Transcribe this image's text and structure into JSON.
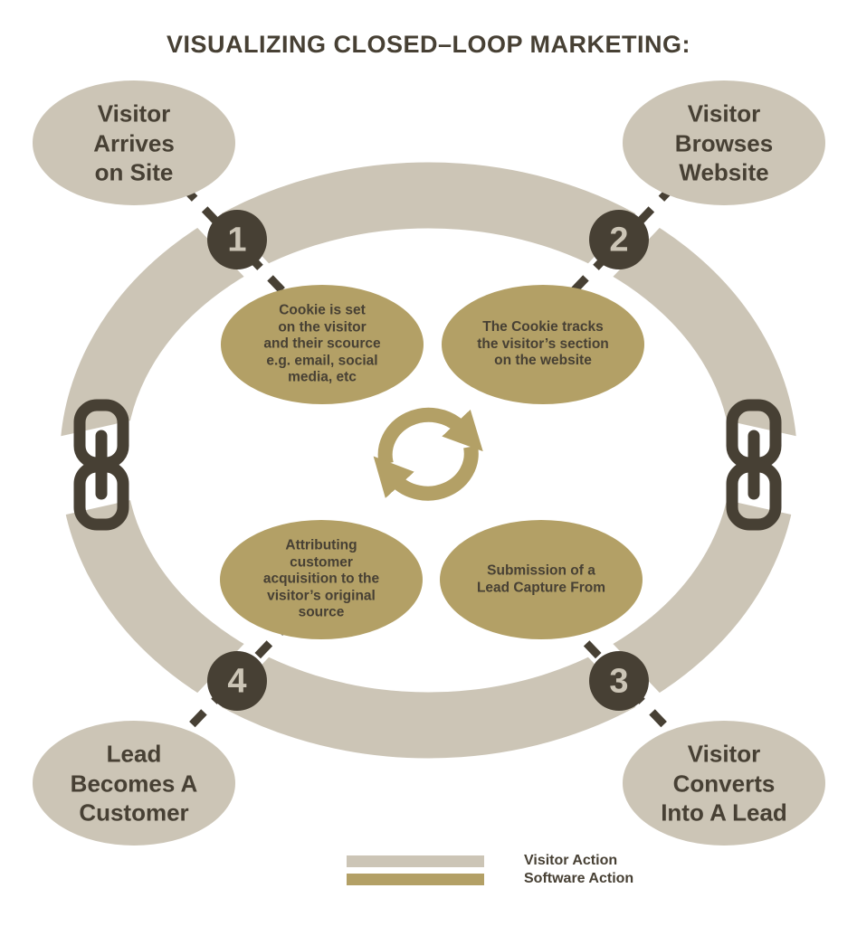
{
  "title": "VISUALIZING CLOSED–LOOP MARKETING:",
  "steps": [
    {
      "number": "1",
      "visitor_action": "Visitor\nArrives\non Site",
      "software_action": "Cookie is set\non the visitor\nand their scource\ne.g. email, social\nmedia, etc"
    },
    {
      "number": "2",
      "visitor_action": "Visitor\nBrowses\nWebsite",
      "software_action": "The Cookie tracks\nthe visitor’s section\non the website"
    },
    {
      "number": "3",
      "visitor_action": "Visitor\nConverts\nInto A Lead",
      "software_action": "Submission of a\nLead Capture From"
    },
    {
      "number": "4",
      "visitor_action": "Lead\nBecomes A\nCustomer",
      "software_action": "Attributing\ncustomer\nacquisition to the\nvisitor’s original\nsource"
    }
  ],
  "legend": {
    "items": [
      {
        "label": "Visitor Action",
        "color": "#CCC5B6"
      },
      {
        "label": "Software Action",
        "color": "#B3A066"
      }
    ]
  },
  "icons": {
    "center": "cycle-arrows-icon",
    "left": "chain-link-icon",
    "right": "chain-link-icon"
  },
  "colors": {
    "visitor_action": "#CCC5B6",
    "software_action": "#B3A066",
    "dark": "#474034",
    "background": "#FFFFFF"
  }
}
